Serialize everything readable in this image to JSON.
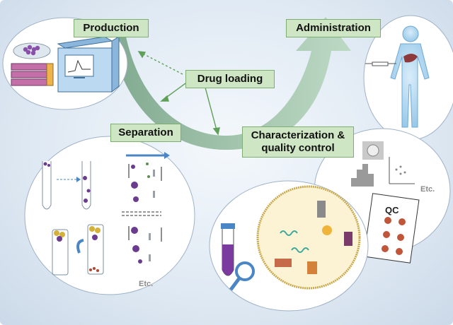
{
  "labels": {
    "production": "Production",
    "administration": "Administration",
    "drug_loading": "Drug loading",
    "separation": "Separation",
    "characterization": "Characterization & quality control"
  },
  "annotations": {
    "etc_separation": "Etc.",
    "etc_characterization": "Etc.",
    "qc": "QC"
  },
  "colors": {
    "label_fill": "#cfe6c4",
    "label_border": "#7fae73",
    "arrow_green": "#8fb89a",
    "vesicle_purple": "#6a3b8f",
    "liver": "#8e3a3a",
    "magnifier": "#4a86c5"
  }
}
